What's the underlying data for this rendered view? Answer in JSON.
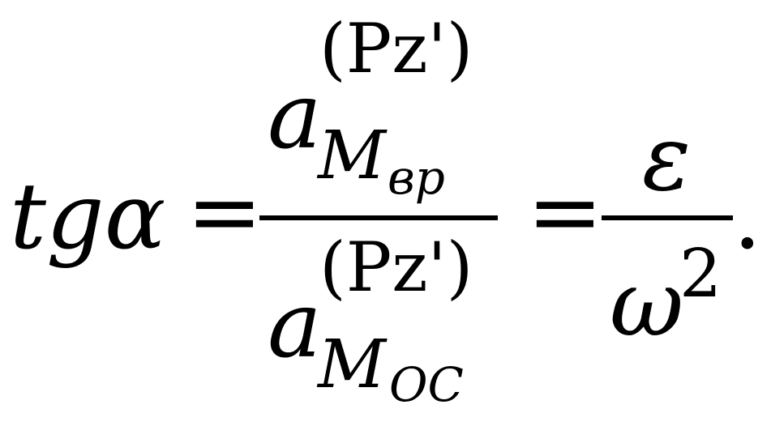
{
  "formula": {
    "lhs": "tgα",
    "equals_1": "=",
    "numerator": {
      "base": "a",
      "superscript": "(Pz')",
      "subscript": "M",
      "sub_subscript": "вр"
    },
    "denominator": {
      "base": "a",
      "superscript": "(Pz')",
      "subscript": "M",
      "sub_subscript": "OC"
    },
    "equals_2": "=",
    "rhs": {
      "numerator": "ε",
      "denominator": "ω",
      "denominator_exponent": "2"
    },
    "terminal": "."
  }
}
